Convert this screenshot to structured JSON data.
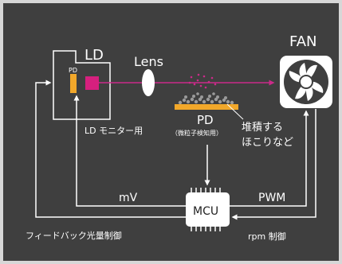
{
  "labels": {
    "ld": "LD",
    "pd_small": "PD",
    "ld_monitor": "LD モニター用",
    "lens": "Lens",
    "pd": "PD",
    "pd_sub": "（微粒子検知用）",
    "dust_line1": "堆積する",
    "dust_line2": "ほこりなど",
    "fan": "FAN",
    "mv": "mV",
    "pwm": "PWM",
    "mcu": "MCU",
    "feedback": "フィードバック光量制御",
    "rpm": "rpm 制御"
  },
  "colors": {
    "panel": "#3f3f3f",
    "page": "#d7d7d7",
    "line": "#ffffff",
    "beam": "#cc2a8a",
    "pd_bar": "#f2a82a",
    "ld_emitter": "#d6207e",
    "particle": "#9a9a9a"
  }
}
